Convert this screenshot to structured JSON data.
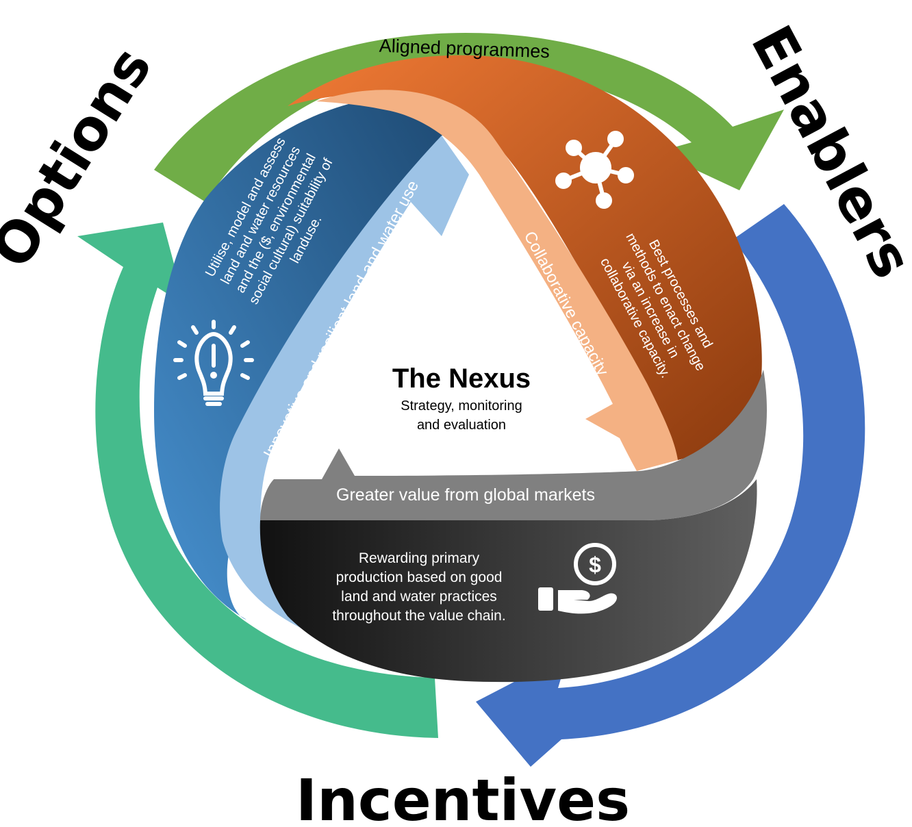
{
  "labels": {
    "options": "Options",
    "enablers": "Enablers",
    "incentives": "Incentives"
  },
  "arrows": {
    "green": "Aligned programmes"
  },
  "center": {
    "title": "The Nexus",
    "subtitle_line1": "Strategy, monitoring",
    "subtitle_line2": "and evaluation"
  },
  "bands": {
    "light_blue": "Innovative and resilient land and water use",
    "salmon": "Collaborative capacity",
    "grey": "Greater value from global markets"
  },
  "panels": {
    "blue": [
      "Utilise, model and assess",
      "land and water resources",
      "and the ($, environmental",
      "social cultural) suitability of",
      "landuse."
    ],
    "orange": [
      "Best processes and",
      "methods to enact change",
      "via an increase in",
      "collaborative capacity."
    ],
    "black": [
      "Rewarding primary",
      "production based on good",
      "land and water practices",
      "throughout the value chain."
    ]
  },
  "icons": {
    "blue": "lightbulb-exclamation-icon",
    "orange": "network-hub-icon",
    "black": "hand-holding-coin-icon"
  },
  "colors": {
    "green": "#70ad47",
    "teal": "#45bb8c",
    "blue": "#4472c4",
    "panel_blue_dark": "#1e4a73",
    "panel_blue_light": "#4791d0",
    "panel_orange_light": "#f07a35",
    "panel_orange_dark": "#8b3a0e",
    "light_blue_band": "#9dc3e6",
    "salmon_band": "#f4b183",
    "grey_band": "#808080",
    "panel_black": "#1a1a1a"
  }
}
